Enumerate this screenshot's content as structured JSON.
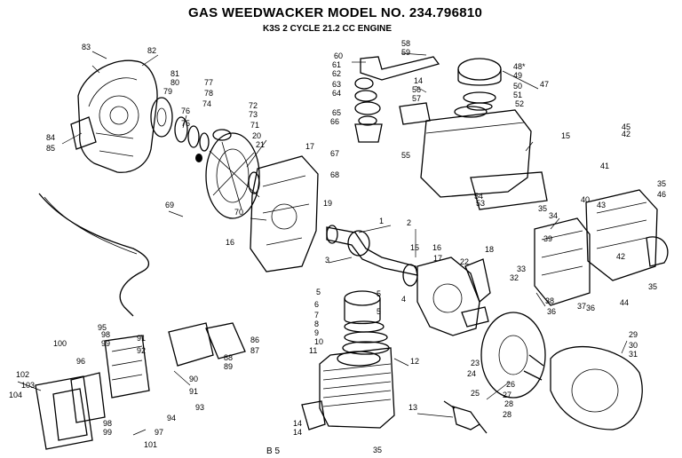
{
  "header": {
    "title": "GAS WEEDWACKER   MODEL NO. 234.796810",
    "subtitle": "K3S  2 CYCLE  21.2 CC ENGINE"
  },
  "footer": {
    "page": "B 5"
  },
  "callouts": [
    "1",
    "2",
    "3",
    "4",
    "5",
    "5",
    "5",
    "6",
    "7",
    "8",
    "9",
    "10",
    "11",
    "12",
    "13",
    "14",
    "14",
    "14",
    "15",
    "15",
    "16",
    "16",
    "17",
    "17",
    "18",
    "19",
    "20",
    "21",
    "22",
    "23",
    "24",
    "25",
    "26",
    "27",
    "28",
    "28",
    "29",
    "30",
    "31",
    "32",
    "33",
    "34",
    "35",
    "35",
    "35",
    "35",
    "36",
    "36",
    "37",
    "38",
    "39",
    "40",
    "41",
    "42",
    "42",
    "43",
    "44",
    "45",
    "46",
    "47",
    "48*",
    "49",
    "50",
    "51",
    "52",
    "53",
    "54",
    "55",
    "56",
    "57",
    "58",
    "59",
    "60",
    "61",
    "62",
    "63",
    "64",
    "65",
    "66",
    "67",
    "68",
    "69",
    "70",
    "71",
    "72",
    "73",
    "74",
    "75",
    "76",
    "77",
    "78",
    "79",
    "80",
    "81",
    "82",
    "83",
    "84",
    "85",
    "86",
    "87",
    "88",
    "89",
    "90",
    "91",
    "91",
    "92",
    "93",
    "94",
    "95",
    "96",
    "97",
    "98",
    "98",
    "99",
    "99",
    "100",
    "101",
    "102",
    "103",
    "104"
  ]
}
